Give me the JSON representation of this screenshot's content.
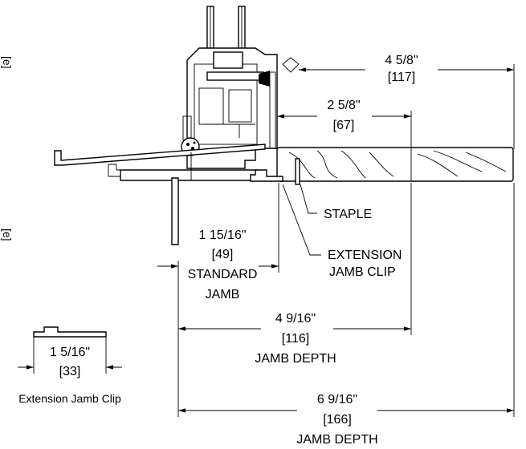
{
  "dimensions": {
    "top_overall": {
      "fraction": "4 5/8\"",
      "metric": "[117]"
    },
    "top_inner": {
      "fraction": "2 5/8\"",
      "metric": "[67]"
    },
    "standard_jamb": {
      "fraction": "1 15/16\"",
      "metric": "[49]",
      "line1": "STANDARD",
      "line2": "JAMB"
    },
    "jamb_depth_1": {
      "fraction": "4 9/16\"",
      "metric": "[116]",
      "label": "JAMB DEPTH"
    },
    "jamb_depth_2": {
      "fraction": "6 9/16\"",
      "metric": "[166]",
      "label": "JAMB DEPTH"
    },
    "clip": {
      "fraction": "1 5/16\"",
      "metric": "[33]",
      "caption": "Extension Jamb Clip"
    }
  },
  "callouts": {
    "staple": "STAPLE",
    "extension_clip_1": "EXTENSION",
    "extension_clip_2": "JAMB CLIP"
  },
  "edge_marks": {
    "top": "[e]",
    "bottom": "[e]"
  }
}
